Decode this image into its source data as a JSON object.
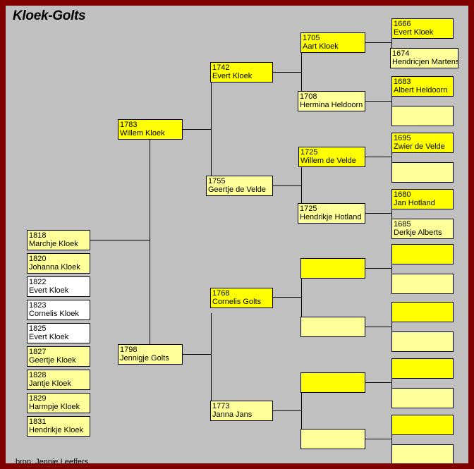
{
  "title": "Kloek-Golts",
  "footer": "bron: Jennie Leeffers",
  "colors": {
    "background": "#c0c0c0",
    "border": "#800000",
    "male_box": "#ffff00",
    "female_box": "#ffff99",
    "child_male_box": "#ffffff",
    "line": "#000000"
  },
  "probands": {
    "father": {
      "year": "1783",
      "name": "Willem Kloek",
      "sex": "male"
    },
    "mother": {
      "year": "1798",
      "name": "Jennigje Golts",
      "sex": "female"
    }
  },
  "ancestors": {
    "paternal": {
      "father": {
        "year": "1742",
        "name": "Evert Kloek",
        "sex": "male"
      },
      "mother": {
        "year": "1755",
        "name": "Geertje de Velde",
        "sex": "female"
      },
      "ff": {
        "year": "1705",
        "name": "Aart Kloek",
        "sex": "male"
      },
      "fm": {
        "year": "1708",
        "name": "Hermina Heldoorn",
        "sex": "female"
      },
      "mf": {
        "year": "1725",
        "name": "Willem de Velde",
        "sex": "male"
      },
      "mm": {
        "year": "1725",
        "name": "Hendrikje Hotland",
        "sex": "female"
      },
      "fff": {
        "year": "1666",
        "name": "Evert Kloek",
        "sex": "male"
      },
      "ffm": {
        "year": "1674",
        "name": "Hendricjen Martens",
        "sex": "female"
      },
      "fmf": {
        "year": "1683",
        "name": "Albert Heldoorn",
        "sex": "male"
      },
      "fmm": {
        "year": "",
        "name": "",
        "sex": "female"
      },
      "mff": {
        "year": "1695",
        "name": "Zwier de Velde",
        "sex": "male"
      },
      "mfm": {
        "year": "",
        "name": "",
        "sex": "female"
      },
      "mmf": {
        "year": "1680",
        "name": "Jan Hotland",
        "sex": "male"
      },
      "mmm": {
        "year": "1685",
        "name": "Derkje Alberts",
        "sex": "female"
      }
    },
    "maternal": {
      "father": {
        "year": "1768",
        "name": "Cornelis Golts",
        "sex": "male"
      },
      "mother": {
        "year": "1773",
        "name": "Janna Jans",
        "sex": "female"
      },
      "ff": {
        "year": "",
        "name": "",
        "sex": "male"
      },
      "fm": {
        "year": "",
        "name": "",
        "sex": "female"
      },
      "mf": {
        "year": "",
        "name": "",
        "sex": "male"
      },
      "mm": {
        "year": "",
        "name": "",
        "sex": "female"
      },
      "fff": {
        "year": "",
        "name": "",
        "sex": "male"
      },
      "ffm": {
        "year": "",
        "name": "",
        "sex": "female"
      },
      "fmf": {
        "year": "",
        "name": "",
        "sex": "male"
      },
      "fmm": {
        "year": "",
        "name": "",
        "sex": "female"
      },
      "mff": {
        "year": "",
        "name": "",
        "sex": "male"
      },
      "mfm": {
        "year": "",
        "name": "",
        "sex": "female"
      },
      "mmf": {
        "year": "",
        "name": "",
        "sex": "male"
      },
      "mmm": {
        "year": "",
        "name": "",
        "sex": "female"
      }
    }
  },
  "children": [
    {
      "year": "1818",
      "name": "Marchje Kloek",
      "sex": "female"
    },
    {
      "year": "1820",
      "name": "Johanna Kloek",
      "sex": "female"
    },
    {
      "year": "1822",
      "name": "Evert Kloek",
      "sex": "male"
    },
    {
      "year": "1823",
      "name": "Cornelis Kloek",
      "sex": "male"
    },
    {
      "year": "1825",
      "name": "Evert Kloek",
      "sex": "male"
    },
    {
      "year": "1827",
      "name": "Geertje Kloek",
      "sex": "female"
    },
    {
      "year": "1828",
      "name": "Jantje Kloek",
      "sex": "female"
    },
    {
      "year": "1829",
      "name": "Harmpje Kloek",
      "sex": "female"
    },
    {
      "year": "1831",
      "name": "Hendrikje Kloek",
      "sex": "female"
    }
  ]
}
